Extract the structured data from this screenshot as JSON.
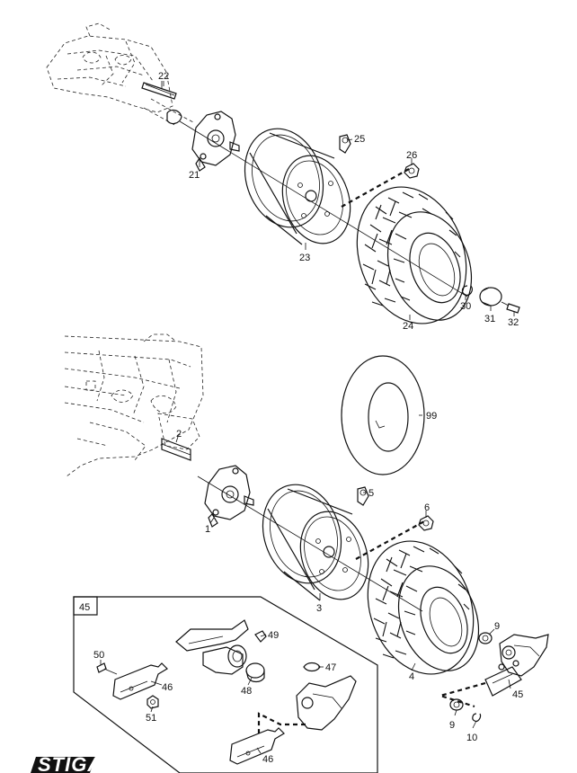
{
  "brand": {
    "logo_text": "STIGA"
  },
  "inset": {
    "group_label": "45"
  },
  "callouts": {
    "c22": "22",
    "c21": "21",
    "c25": "25",
    "c26": "26",
    "c23": "23",
    "c30": "30",
    "c31": "31",
    "c32": "32",
    "c24": "24",
    "c99": "99",
    "c2": "2",
    "c1": "1",
    "c5": "5",
    "c6": "6",
    "c3": "3",
    "c4": "4",
    "c9a": "9",
    "c9b": "9",
    "c10": "10",
    "c45": "45",
    "c49": "49",
    "c50": "50",
    "c46a": "46",
    "c48": "48",
    "c47": "47",
    "c51": "51",
    "c46b": "46"
  }
}
